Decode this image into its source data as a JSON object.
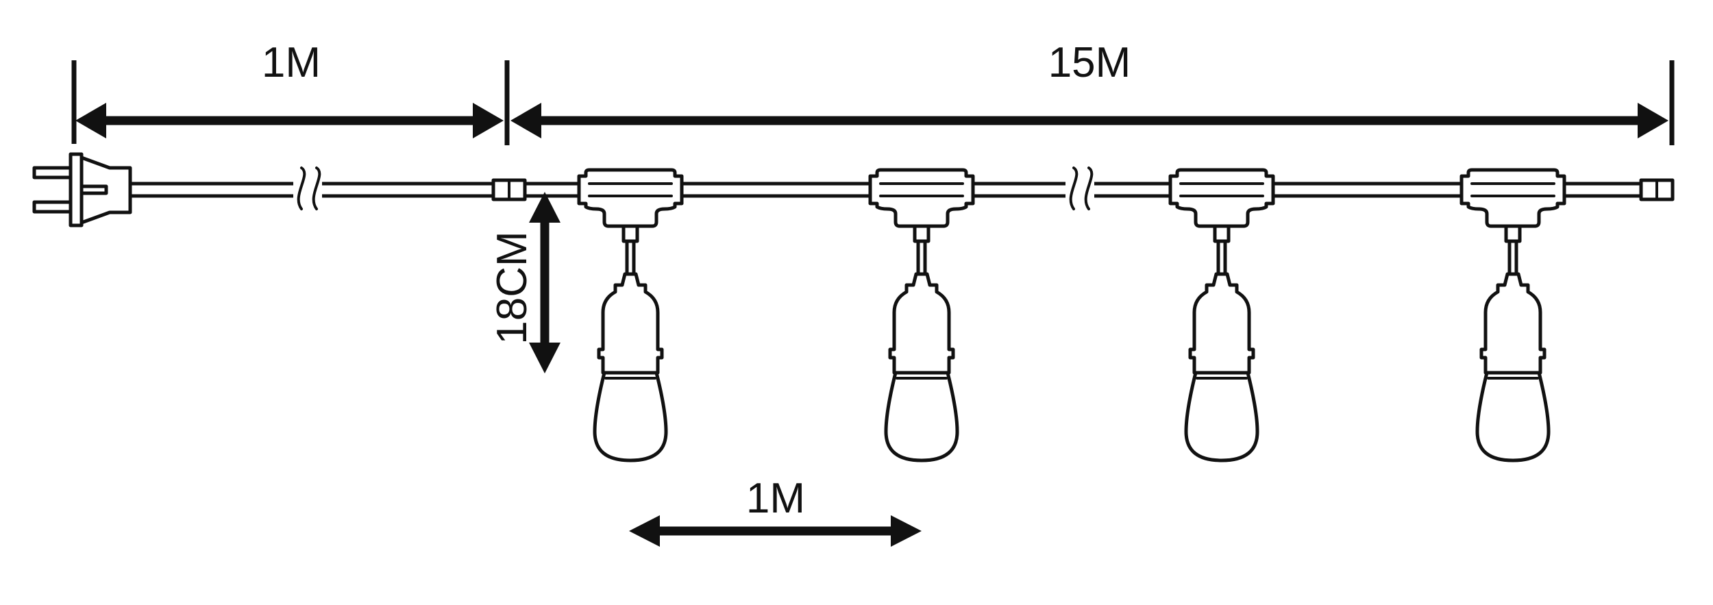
{
  "dimensions": {
    "plug_cord_length": "1M",
    "total_cable_length": "15M",
    "drop_height": "18CM",
    "bulb_spacing": "1M"
  },
  "bulb_count": 4,
  "colors": {
    "ink": "#111111",
    "background": "#ffffff"
  }
}
